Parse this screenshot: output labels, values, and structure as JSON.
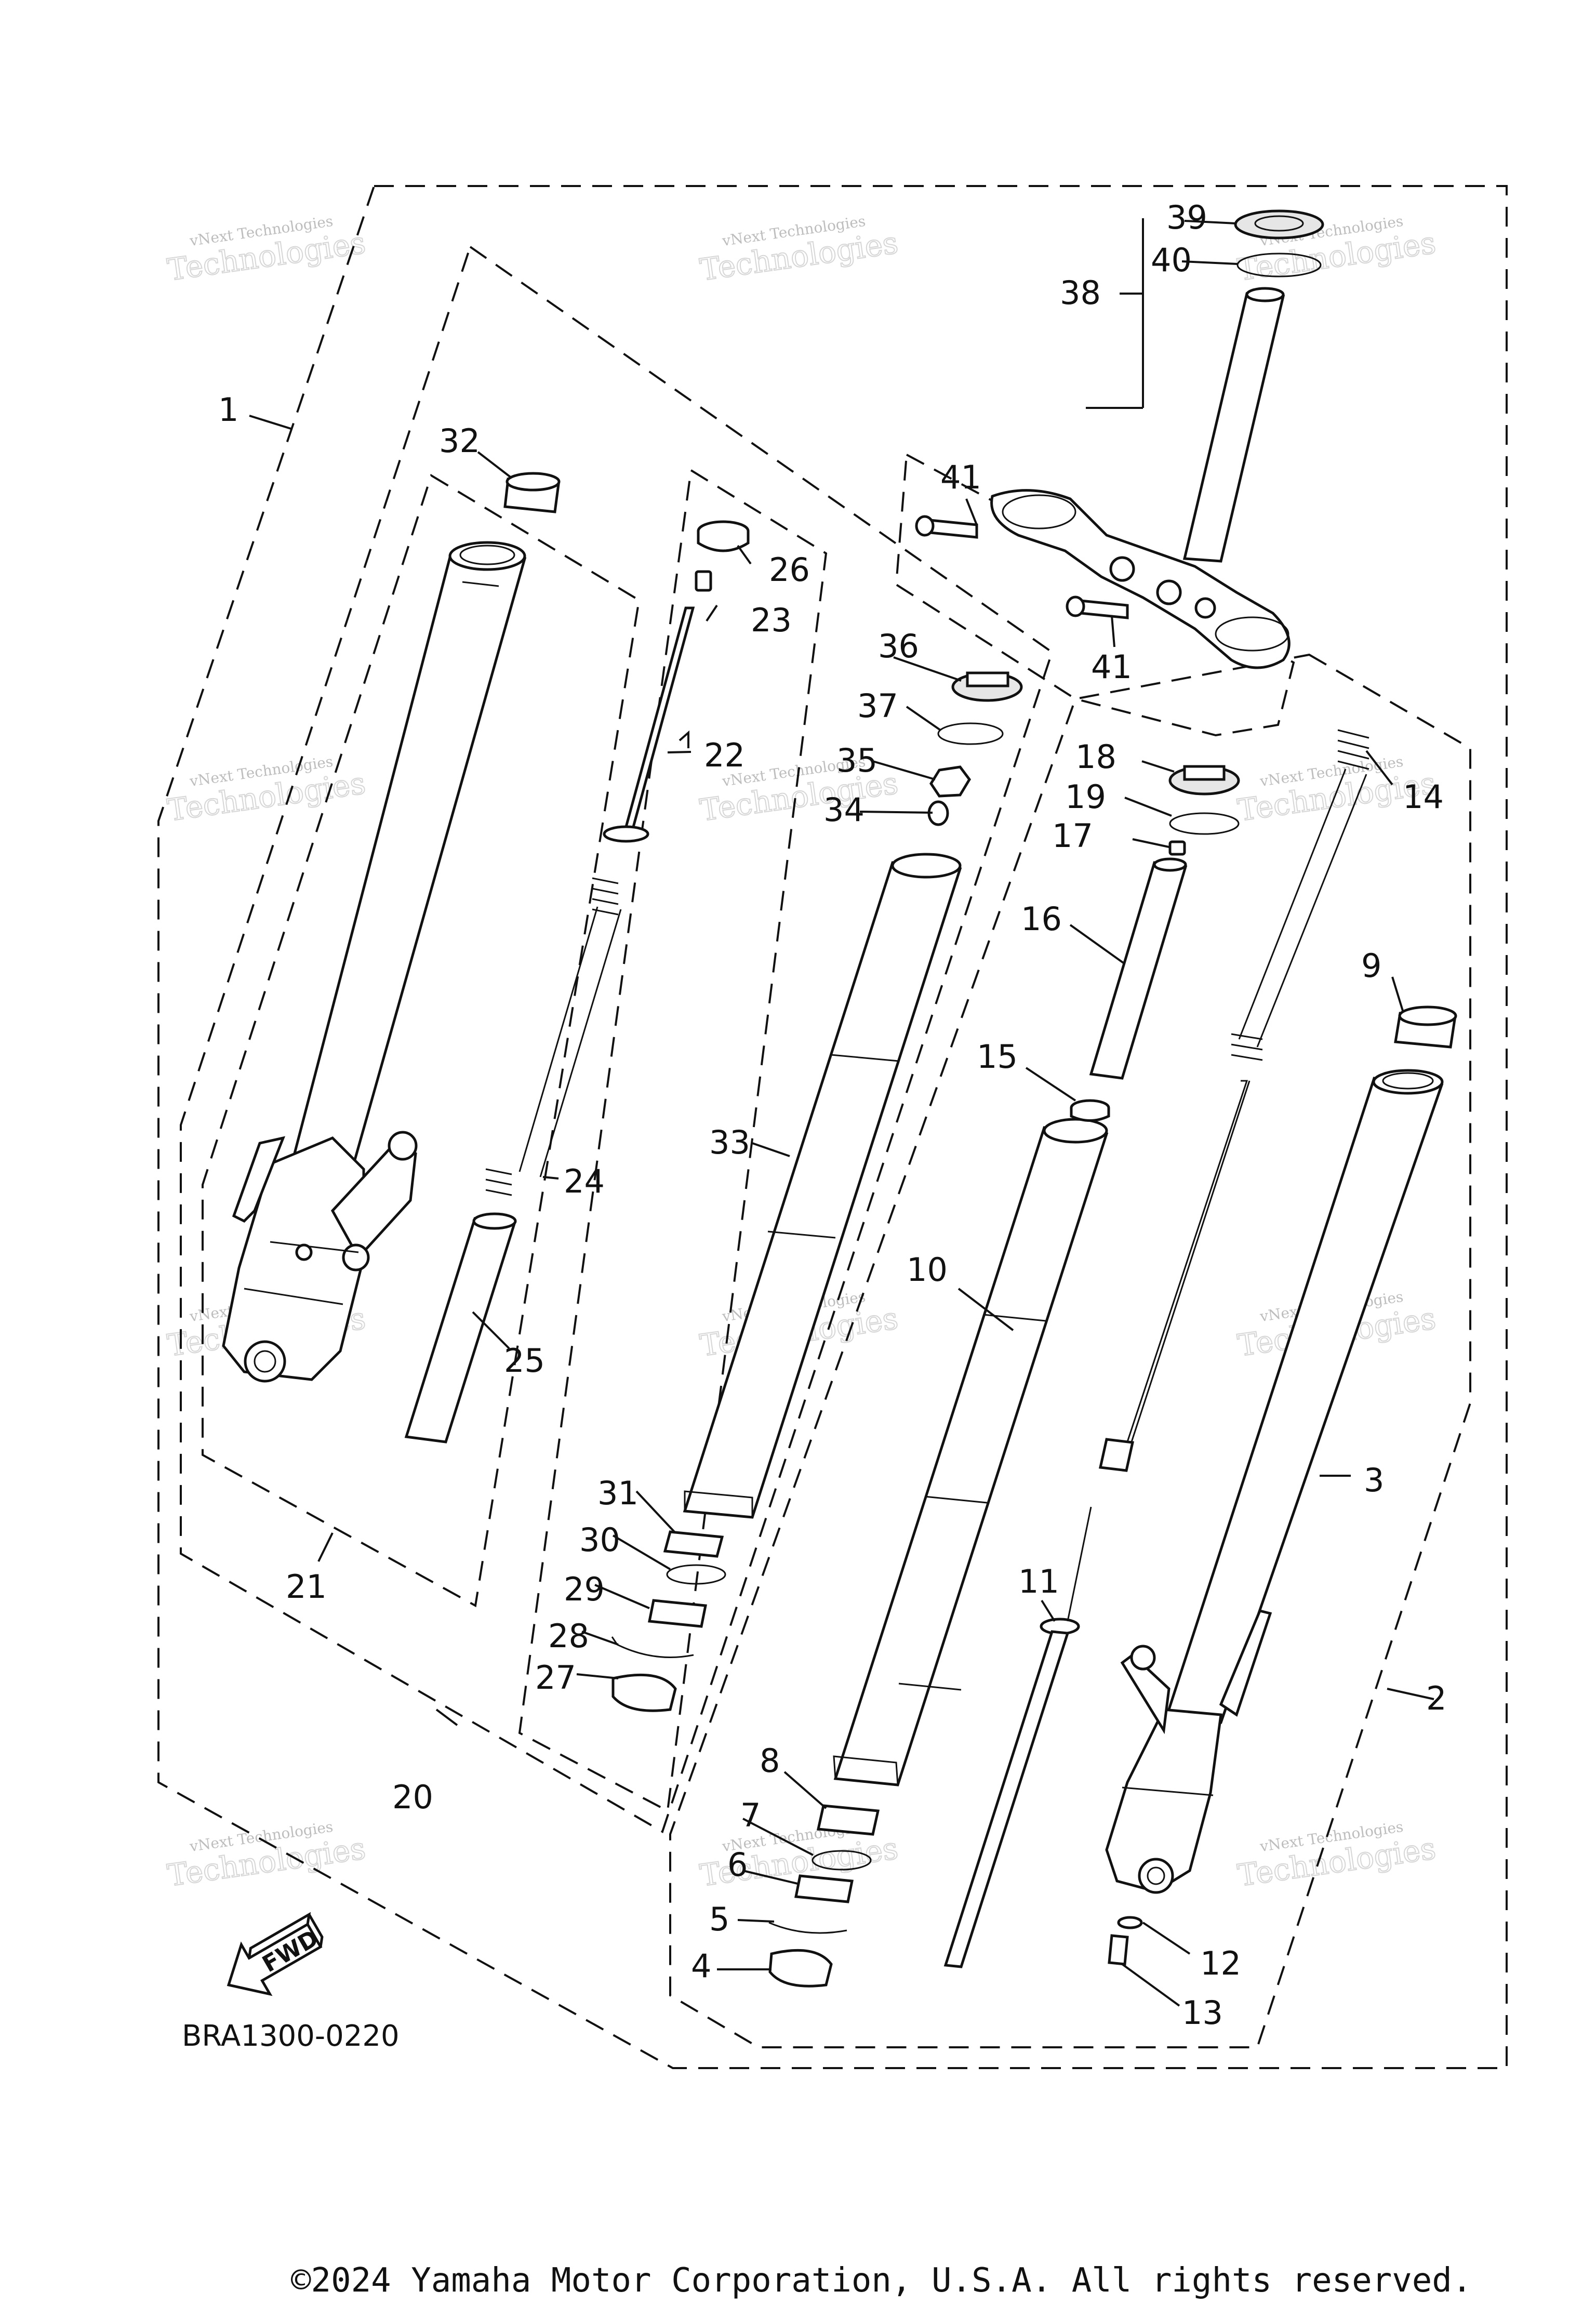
{
  "diagram": {
    "code": "BRA1300-0220",
    "fwd_label": "FWD",
    "copyright": "©2024 Yamaha Motor Corporation, U.S.A. All rights reserved.",
    "watermark_line1": "vNext Technologies",
    "watermark_line2": "Technologies",
    "callouts": [
      "1",
      "2",
      "3",
      "4",
      "5",
      "6",
      "7",
      "8",
      "9",
      "10",
      "11",
      "12",
      "13",
      "14",
      "15",
      "16",
      "17",
      "18",
      "19",
      "20",
      "21",
      "22",
      "23",
      "24",
      "25",
      "26",
      "27",
      "28",
      "29",
      "30",
      "31",
      "32",
      "33",
      "34",
      "35",
      "36",
      "37",
      "38",
      "39",
      "40",
      "41",
      "41"
    ]
  }
}
